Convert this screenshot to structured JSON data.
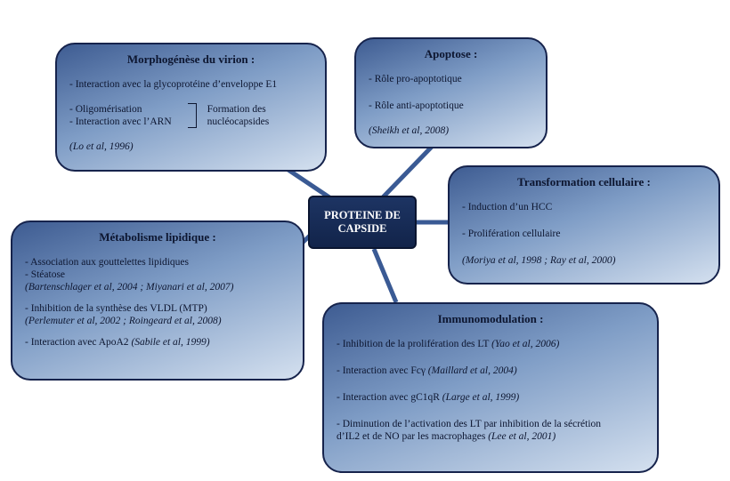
{
  "center": "PROTEINE DE CAPSIDE",
  "morpho": {
    "title": "Morphogénèse du virion :",
    "l1": "- Interaction avec la glycoprotéine d’enveloppe E1",
    "l2": "- Oligomérisation",
    "l3": "- Interaction avec l’ARN",
    "side1": "Formation des",
    "side2": "nucléocapsides",
    "ref": "(Lo et al, 1996)"
  },
  "apoptose": {
    "title": "Apoptose :",
    "l1": "- Rôle pro-apoptotique",
    "l2": "- Rôle anti-apoptotique",
    "ref": "(Sheikh et al, 2008)"
  },
  "transformation": {
    "title": "Transformation cellulaire :",
    "l1": "- Induction d’un HCC",
    "l2": "- Prolifération cellulaire",
    "ref": "(Moriya et al, 1998 ; Ray et al, 2000)"
  },
  "metabolisme": {
    "title": "Métabolisme lipidique :",
    "l1": "- Association aux gouttelettes lipidiques",
    "l2": "- Stéatose",
    "ref1": "(Bartenschlager et al, 2004 ; Miyanari et al, 2007)",
    "l3": "- Inhibition de la synthèse des VLDL (MTP)",
    "ref2": "(Perlemuter et al, 2002 ; Roingeard et al, 2008)",
    "l4": "- Interaction avec ApoA2 ",
    "ref3": "(Sabile et al, 1999)"
  },
  "immuno": {
    "title": "Immunomodulation :",
    "l1": "- Inhibition de la prolifération des LT ",
    "ref1": "(Yao et al, 2006)",
    "l2": "- Interaction avec Fcγ ",
    "ref2": "(Maillard et al, 2004)",
    "l3": "- Interaction avec gC1qR ",
    "ref3": "(Large et al, 1999)",
    "l4": "- Diminution de l’activation des LT par inhibition de la sécrétion",
    "l5": "d’IL2 et de NO par les macrophages ",
    "ref4": "(Lee et al, 2001)"
  }
}
